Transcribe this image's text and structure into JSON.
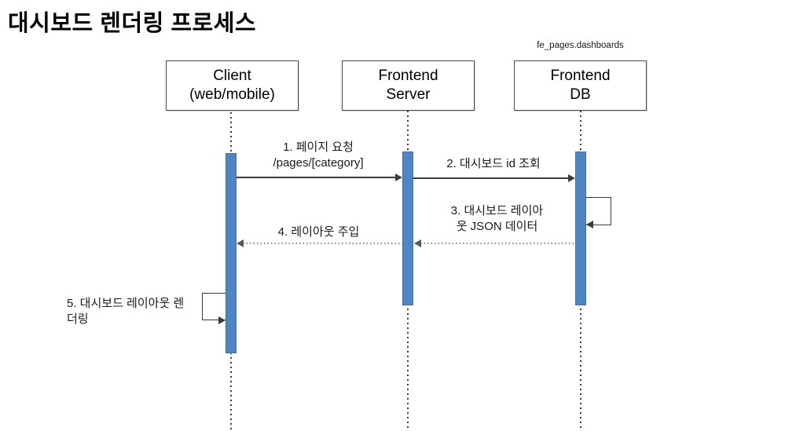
{
  "title": "대시보드 렌더링 프로세스",
  "db_table_label": "fe_pages.dashboards",
  "actors": [
    {
      "id": "client",
      "label_lines": [
        "Client",
        "(web/mobile)"
      ]
    },
    {
      "id": "frontend-server",
      "label_lines": [
        "Frontend",
        "Server"
      ]
    },
    {
      "id": "frontend-db",
      "label_lines": [
        "Frontend",
        "DB"
      ]
    }
  ],
  "messages": [
    {
      "order": "1",
      "text_lines": [
        "1. 페이지 요청",
        "/pages/[category]"
      ],
      "from": "Client",
      "to": "Frontend Server",
      "line_style": "solid"
    },
    {
      "order": "2",
      "text_lines": [
        "2. 대시보드 id 조회"
      ],
      "from": "Frontend Server",
      "to": "Frontend DB",
      "line_style": "solid"
    },
    {
      "order": "3",
      "text_lines": [
        "3. 대시보드 레이아",
        "웃 JSON 데이터"
      ],
      "from": "Frontend DB",
      "to": "Frontend Server",
      "line_style": "dotted-return"
    },
    {
      "order": "4",
      "text_lines": [
        "4. 레이아웃 주입"
      ],
      "from": "Frontend Server",
      "to": "Client",
      "line_style": "dotted-return"
    },
    {
      "order": "5",
      "text_lines": [
        "5. 대시보드 레이아웃 렌",
        "더링"
      ],
      "from": "Client",
      "to": "Client",
      "line_style": "self-loop"
    }
  ],
  "colors": {
    "activation_bar_fill": "#4E86C5",
    "activation_bar_border": "#41719C",
    "line_color": "#3B3B3B",
    "return_line_color": "#8A8A8A"
  }
}
